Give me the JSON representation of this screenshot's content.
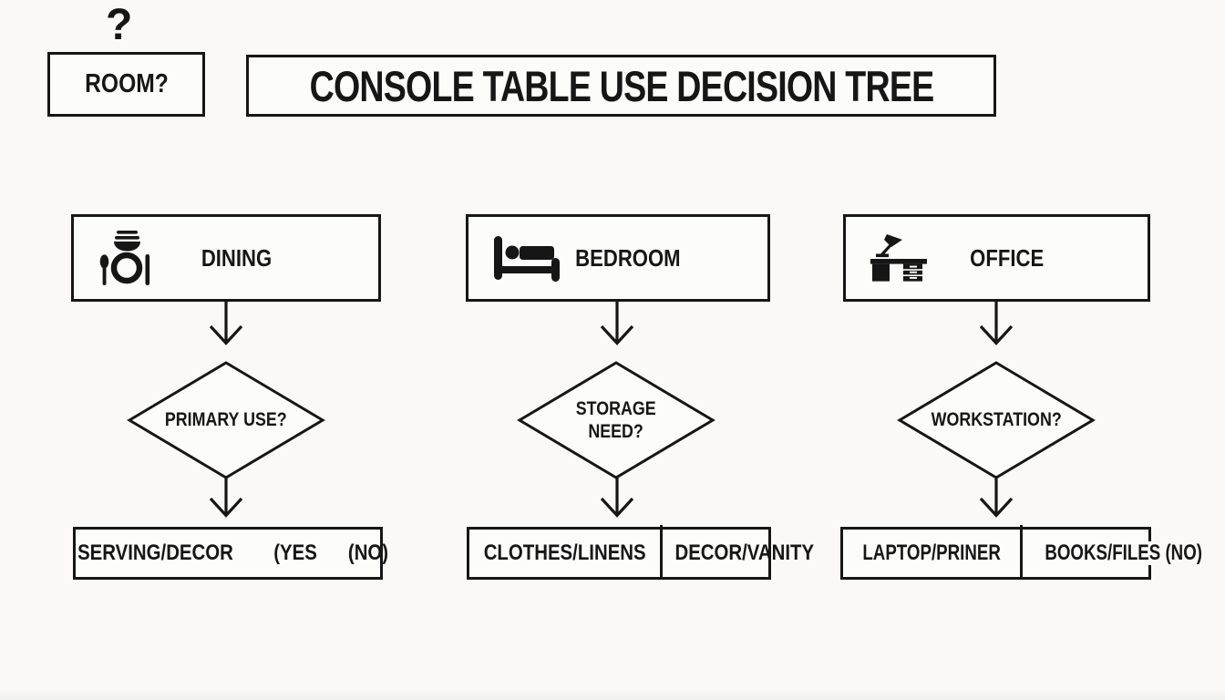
{
  "page": {
    "background_color": "#faf9f7",
    "ink_color": "#161616",
    "floating_question_mark": "?"
  },
  "top": {
    "room_label": "ROOM?",
    "title": "CONSOLE TABLE USE DECISION TREE"
  },
  "columns": [
    {
      "header": "DINING",
      "icon": "dining-place-setting-icon",
      "decision_line1": "PRIMARY USE?",
      "decision_line2": "",
      "result_segments": [
        "SERVING/DECOR",
        "(YES",
        "(NO)"
      ]
    },
    {
      "header": "BEDROOM",
      "icon": "bed-icon",
      "decision_line1": "STORAGE",
      "decision_line2": "NEED?",
      "result_left": "CLOTHES/LINENS",
      "result_right": "DECOR/VANITY"
    },
    {
      "header": "OFFICE",
      "icon": "desk-lamp-icon",
      "decision_line1": "WORKSTATION?",
      "decision_line2": "",
      "result_left": "LAPTOP/PRINER",
      "result_right": "BOOKS/FILES (NO)"
    }
  ]
}
